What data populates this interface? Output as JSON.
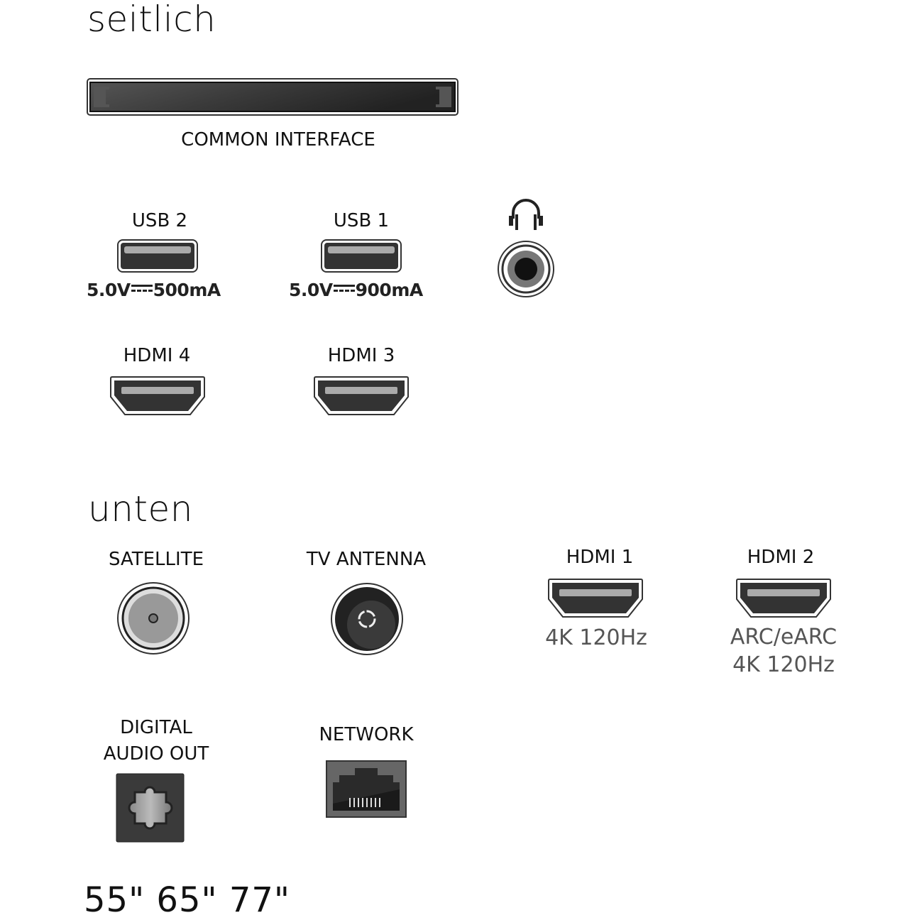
{
  "sections": {
    "side": {
      "title": "seitlich",
      "common_interface": {
        "label": "COMMON INTERFACE"
      },
      "usb2": {
        "label": "USB 2",
        "voltage": "5.0V",
        "current": "500mA"
      },
      "usb1": {
        "label": "USB 1",
        "voltage": "5.0V",
        "current": "900mA"
      },
      "headphone": {
        "icon": "headphone-icon"
      },
      "hdmi4": {
        "label": "HDMI 4"
      },
      "hdmi3": {
        "label": "HDMI 3"
      }
    },
    "bottom": {
      "title": "unten",
      "satellite": {
        "label": "SATELLITE"
      },
      "tv_antenna": {
        "label": "TV ANTENNA"
      },
      "hdmi1": {
        "label": "HDMI 1",
        "note": "4K 120Hz"
      },
      "hdmi2": {
        "label": "HDMI 2",
        "note_line1": "ARC/eARC",
        "note_line2": "4K 120Hz"
      },
      "digital_audio_out": {
        "label_line1": "DIGITAL",
        "label_line2": "AUDIO OUT"
      },
      "network": {
        "label": "NETWORK"
      }
    }
  },
  "footer": {
    "sizes": "55\" 65\" 77\""
  }
}
